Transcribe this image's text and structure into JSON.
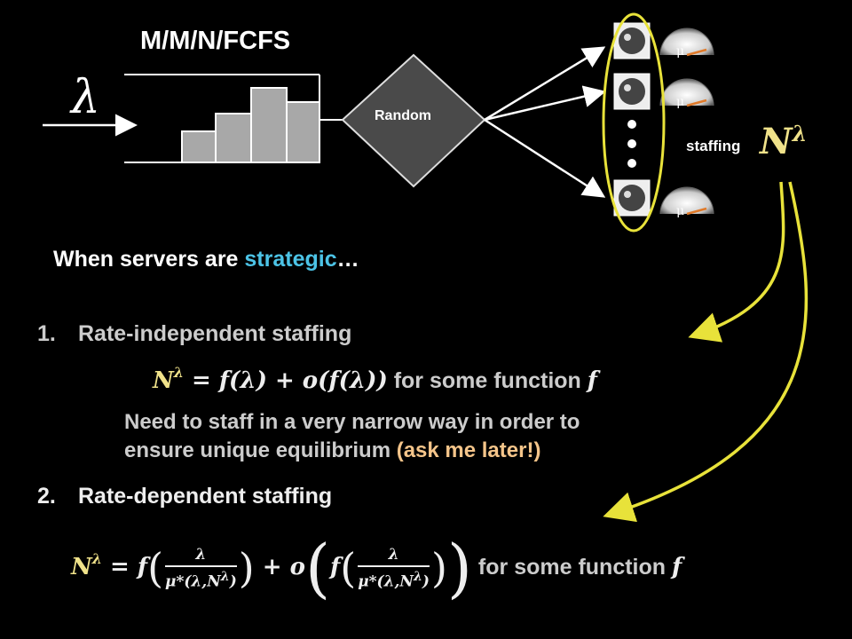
{
  "diagram": {
    "queue_title": "M/M/N/FCFS",
    "arrival_symbol": "λ",
    "router_label": "Random",
    "server_rate_symbol": "μ",
    "staffing_label": "staffing",
    "staffing_symbol": "N",
    "staffing_superscript": "λ"
  },
  "intro": {
    "prefix": "When servers are ",
    "highlight": "strategic",
    "suffix": "…"
  },
  "item1": {
    "number": "1.",
    "title": "Rate-independent staffing",
    "formula_lhs": "N",
    "formula_sup": "λ",
    "formula_rhs": " = f(λ) + o(f(λ))",
    "formula_tail": " for some function ",
    "formula_fn": "f",
    "note_line1": "Need to staff in a very narrow way in order to",
    "note_line2": "ensure unique equilibrium ",
    "note_highlight": "(ask me later!)"
  },
  "item2": {
    "number": "2.",
    "title": "Rate-dependent staffing",
    "formula_lhs": "N",
    "formula_sup": "λ",
    "formula_eq": " = f",
    "frac_num": "λ",
    "frac_den": "μ*(λ,N",
    "frac_den_sup": "λ",
    "frac_den_close": ")",
    "formula_plus": " + o",
    "formula_f": "f",
    "formula_tail": " for some function ",
    "formula_fn": "f"
  },
  "colors": {
    "highlight_blue": "#4cc3e6",
    "formula_yellow": "#f0e28a",
    "note_orange": "#f5c58a",
    "ellipse_yellow": "#e8e23a",
    "arrow_yellow": "#e8e23a"
  }
}
